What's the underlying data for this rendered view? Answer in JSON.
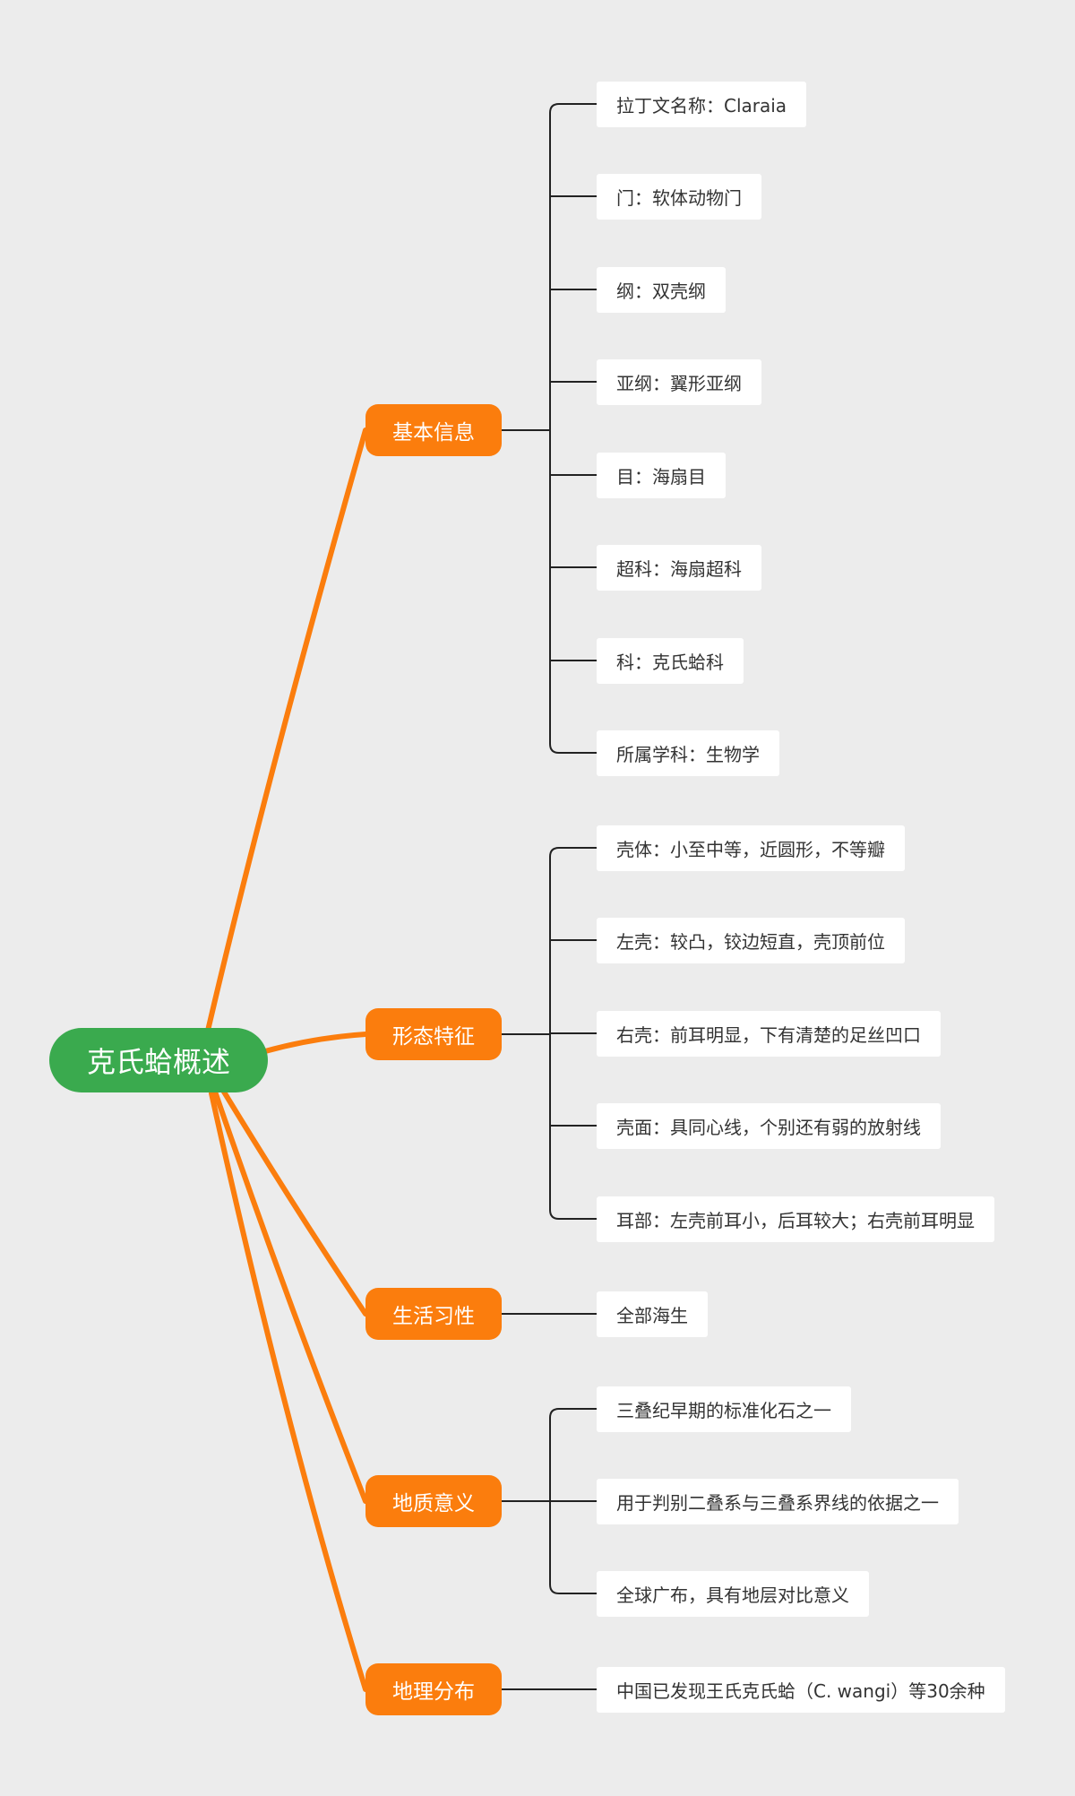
{
  "colors": {
    "background": "#ececec",
    "root": "#3aaa4e",
    "branch": "#fb7d0d",
    "branch_line": "#fb7d0d",
    "leaf_line": "#222222",
    "leaf_bg": "#ffffff"
  },
  "root": {
    "label": "克氏蛤概述"
  },
  "branches": [
    {
      "label": "基本信息",
      "leaves": [
        "拉丁文名称：Claraia",
        "门：软体动物门",
        "纲：双壳纲",
        "亚纲：翼形亚纲",
        "目：海扇目",
        "超科：海扇超科",
        "科：克氏蛤科",
        "所属学科：生物学"
      ]
    },
    {
      "label": "形态特征",
      "leaves": [
        "壳体：小至中等，近圆形，不等瓣",
        "左壳：较凸，铰边短直，壳顶前位",
        "右壳：前耳明显，下有清楚的足丝凹口",
        "壳面：具同心线，个别还有弱的放射线",
        "耳部：左壳前耳小，后耳较大；右壳前耳明显"
      ]
    },
    {
      "label": "生活习性",
      "leaves": [
        "全部海生"
      ]
    },
    {
      "label": "地质意义",
      "leaves": [
        "三叠纪早期的标准化石之一",
        "用于判别二叠系与三叠系界线的依据之一",
        "全球广布，具有地层对比意义"
      ]
    },
    {
      "label": "地理分布",
      "leaves": [
        "中国已发现王氏克氏蛤（C. wangi）等30余种"
      ]
    }
  ]
}
